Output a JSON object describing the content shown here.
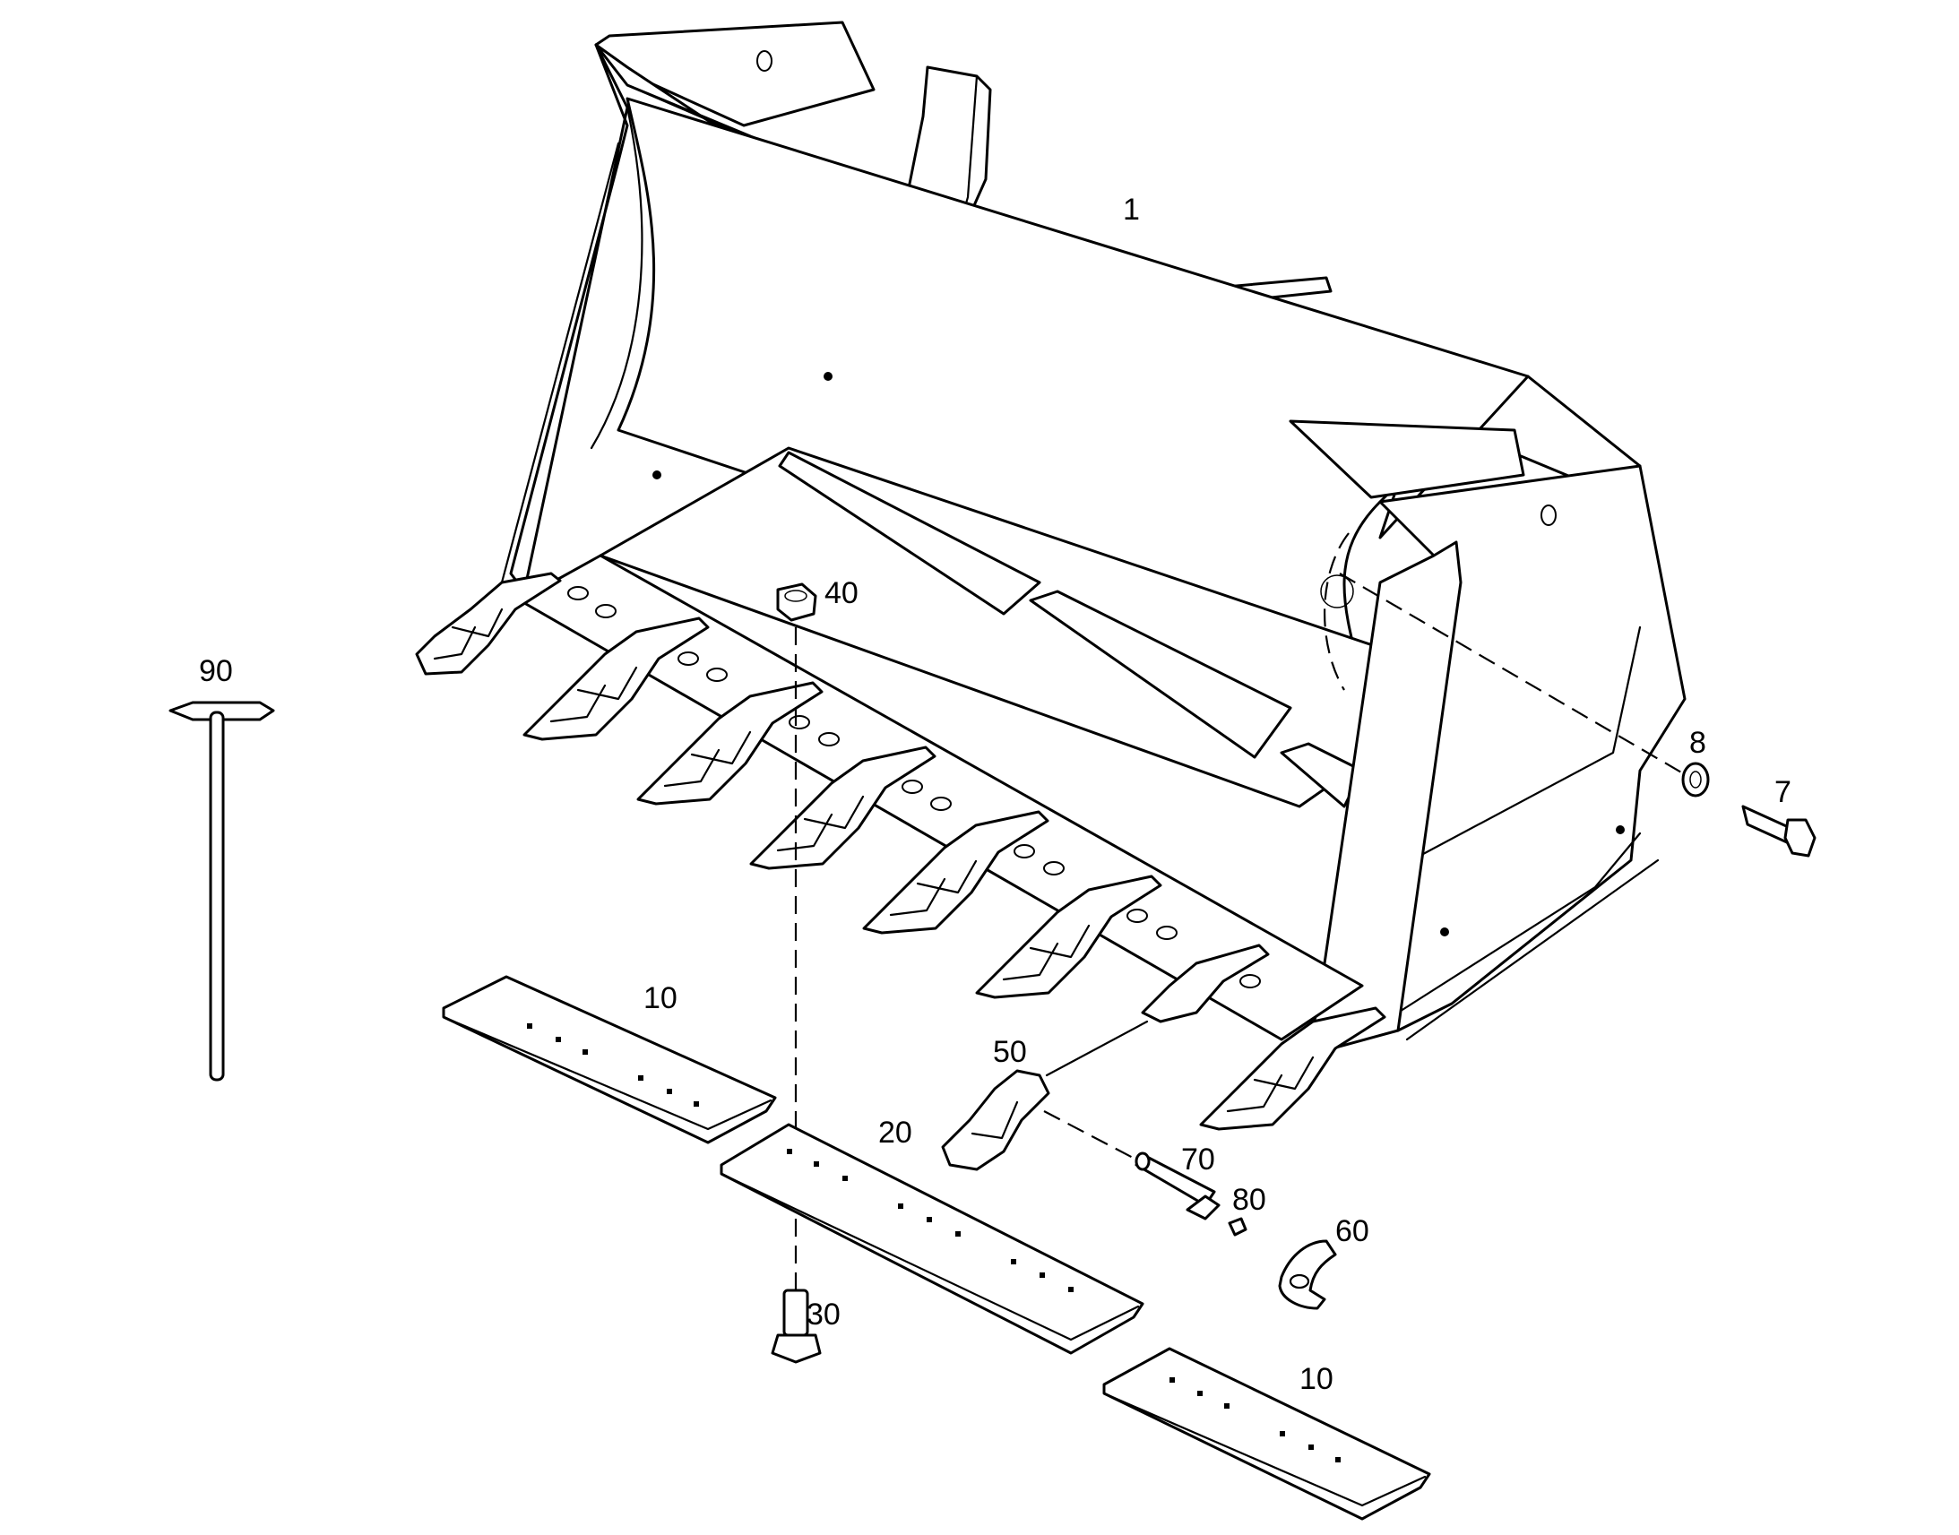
{
  "callouts": {
    "bucket": "1",
    "bolt": "7",
    "washer": "8",
    "cutting_edge_outer": "10",
    "cutting_edge_center": "20",
    "plow_bolt": "30",
    "nut": "40",
    "tooth": "50",
    "retainer": "60",
    "pin": "70",
    "lock": "80",
    "t_wrench": "90"
  }
}
